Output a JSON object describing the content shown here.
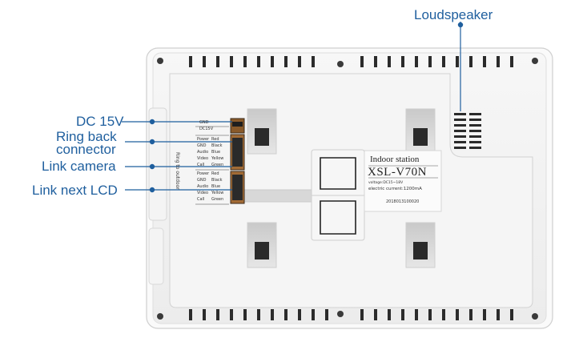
{
  "callouts": {
    "loudspeaker": "Loudspeaker",
    "dc15v": "DC 15V",
    "ring_back_1": "Ring back",
    "ring_back_2": "connector",
    "link_camera": "Link camera",
    "link_next_lcd": "Link next LCD"
  },
  "sticker": {
    "title": "Indoor station",
    "model": "XSL-V70N",
    "voltage": "voltage:DC15~18V",
    "current": "electric current:1200mA",
    "serial": "2018013100020"
  },
  "terminal_labels": {
    "dc_top": "GND",
    "dc_bottom": "DC15V",
    "side_text": "Ring to outdoor",
    "group1": [
      "Power",
      "GND",
      "Audio",
      "Video",
      "Call"
    ],
    "group1_colors": [
      "Red",
      "Black",
      "Blue",
      "Yellow",
      "Green"
    ],
    "group2": [
      "Power",
      "GND",
      "Audio",
      "Video",
      "Call"
    ],
    "group2_colors": [
      "Red",
      "Black",
      "Blue",
      "Yellow",
      "Green"
    ]
  },
  "colors": {
    "callout": "#1f5f9e",
    "device_body": "#f2f2f2",
    "device_edge": "#d4d4d4"
  }
}
